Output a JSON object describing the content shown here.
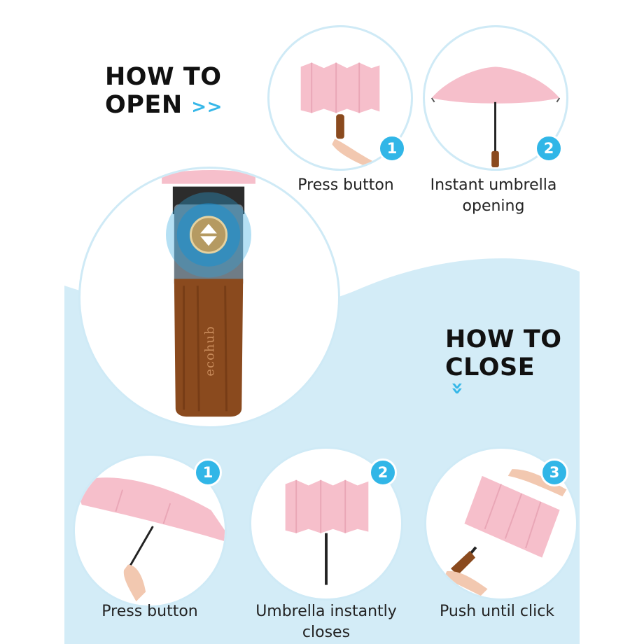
{
  "open_section": {
    "heading_line1": "HOW TO",
    "heading_line2": "OPEN",
    "arrow": ">>",
    "steps": [
      {
        "number": "1",
        "caption": "Press button"
      },
      {
        "number": "2",
        "caption_line1": "Instant umbrella",
        "caption_line2": "opening"
      }
    ]
  },
  "close_section": {
    "heading_line1": "HOW TO",
    "heading_line2": "CLOSE",
    "arrow": "»",
    "steps": [
      {
        "number": "1",
        "caption": "Press button"
      },
      {
        "number": "2",
        "caption_line1": "Umbrella instantly",
        "caption_line2": "closes"
      },
      {
        "number": "3",
        "caption": "Push until click"
      }
    ]
  },
  "handle": {
    "brand_text": "ecohub"
  },
  "colors": {
    "accent": "#31b6e7",
    "canopy_pink": "#f6bfcb",
    "background_blue": "#d3ecf7",
    "wood": "#8a4a1e"
  },
  "icons": [
    "double-chevron-right-icon",
    "double-chevron-down-icon",
    "push-button-icon"
  ]
}
